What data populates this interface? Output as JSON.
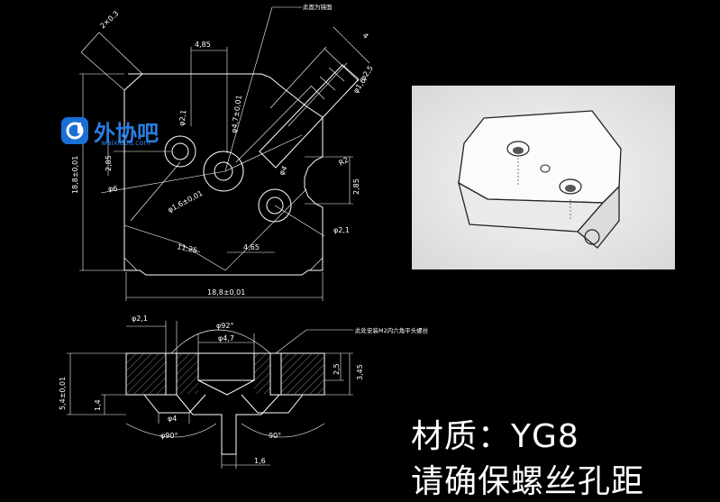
{
  "drawing": {
    "top_view": {
      "dims": {
        "d_top_left": "2×0.3",
        "w_4_85": "4,85",
        "phi_4_7": "φ4,7±0,01",
        "phi_2_1_a": "φ2,1",
        "h_2_85_left": "2,85",
        "h_18_8_vert": "18,8±0,01",
        "phi_6": "φ6",
        "phi_1_6": "φ1,6±0,01",
        "phi_4": "φ4",
        "r2": "R2",
        "h_2_85_right": "2,85",
        "phi_2_1_b": "φ2,1",
        "d_11_25": "11,25",
        "d_4_65": "4,65",
        "w_18_8": "18,8±0,01",
        "d_4": "4",
        "phi_2_5": "φ2,5",
        "phi_1_6_b": "φ1,6"
      },
      "note_mirror": "此面为镜面"
    },
    "section_view": {
      "dims": {
        "phi_2_1": "φ2,1",
        "phi_92": "φ92°",
        "phi_4_7": "φ4,7",
        "h_5_4": "5,4±0,01",
        "h_1_4": "1,4",
        "phi_4": "φ4",
        "ang_90_left": "φ90°",
        "ang_90_right": "90°",
        "d_1_6": "1,6",
        "h_2_5": "2,5",
        "h_3_45": "3,45"
      },
      "note_screw": "此处安装M2内六角平头螺丝"
    }
  },
  "logo": {
    "text": "外协吧",
    "sub": "waixieba.com",
    "color": "#1a6fd6"
  },
  "photo": {
    "label": "sketch-photo"
  },
  "caption": {
    "material": "材质：YG8",
    "request": "请确保螺丝孔距"
  }
}
